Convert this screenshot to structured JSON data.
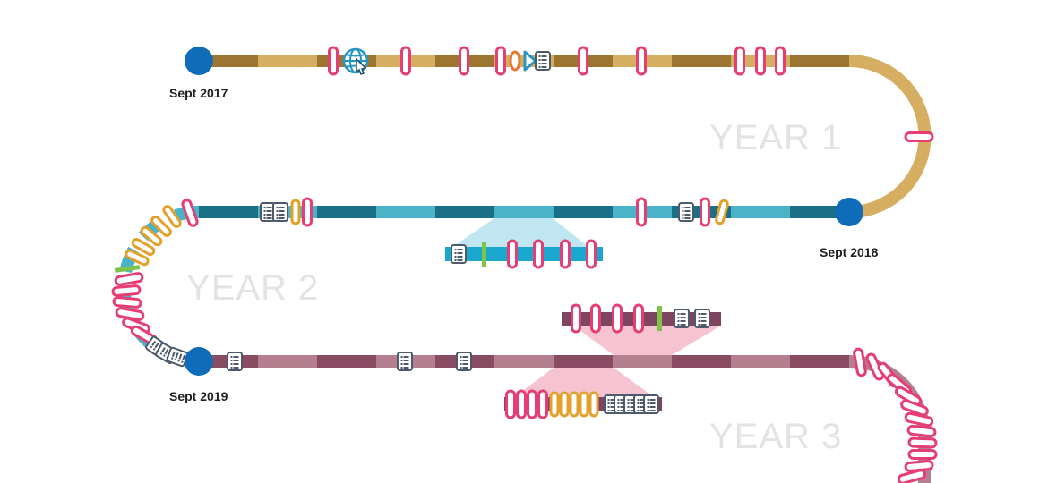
{
  "milestones": [
    {
      "label": "Sept 2017"
    },
    {
      "label": "Sept 2018"
    },
    {
      "label": "Sept 2019"
    }
  ],
  "years": [
    {
      "label": "YEAR 1"
    },
    {
      "label": "YEAR 2"
    },
    {
      "label": "YEAR 3"
    }
  ],
  "colors": {
    "year1_dark": "#9c7530",
    "year1_light": "#d6ae62",
    "year2_dark": "#1b7088",
    "year2_light": "#4bb3c8",
    "year2_zoom": "#1aa8cf",
    "year3_dark": "#8a4c63",
    "year3_light": "#b4808f",
    "year3_zoom": "#7e4560",
    "milestone": "#0f6cb8",
    "marker_pink": "#e53d74",
    "marker_orange": "#e3a02a",
    "marker_green": "#7ec446",
    "marker_blue": "#2796c3",
    "document": "#4d5a6b"
  },
  "icons": [
    "document-icon",
    "globe-icon",
    "triangle-icon",
    "ring-icon"
  ]
}
